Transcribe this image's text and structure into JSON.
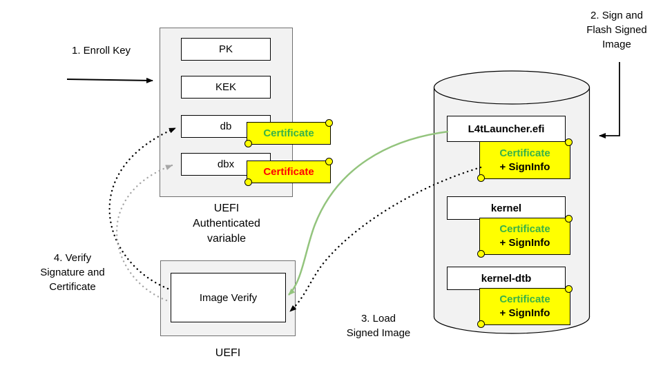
{
  "annotations": {
    "step1": "1. Enroll Key",
    "step2": "2. Sign and\nFlash Signed\nImage",
    "step3": "3. Load\nSigned Image",
    "step4": "4. Verify\nSignature and\nCertificate"
  },
  "uefi_variables": {
    "caption": "UEFI\nAuthenticated\nvariable",
    "keys": [
      {
        "label": "PK"
      },
      {
        "label": "KEK"
      },
      {
        "label": "db"
      },
      {
        "label": "dbx"
      }
    ],
    "db_tag": {
      "label": "Certificate",
      "color": "#38b249"
    },
    "dbx_tag": {
      "label": "Certificate",
      "color": "#ff0000"
    }
  },
  "image_verify": {
    "label": "Image Verify",
    "caption": "UEFI"
  },
  "storage": {
    "items": [
      {
        "name": "L4tLauncher.efi",
        "tag_line1": "Certificate",
        "tag_line2": "+ SignInfo"
      },
      {
        "name": "kernel",
        "tag_line1": "Certificate",
        "tag_line2": "+ SignInfo"
      },
      {
        "name": "kernel-dtb",
        "tag_line1": "Certificate",
        "tag_line2": "+ SignInfo"
      }
    ]
  },
  "colors": {
    "tag_yellow": "#ffff00",
    "cert_green": "#38b249",
    "cert_red": "#ff0000",
    "arrow_green": "#93c47d",
    "arrow_gray": "#a6a6a6",
    "panel_gray": "#f2f2f2"
  }
}
